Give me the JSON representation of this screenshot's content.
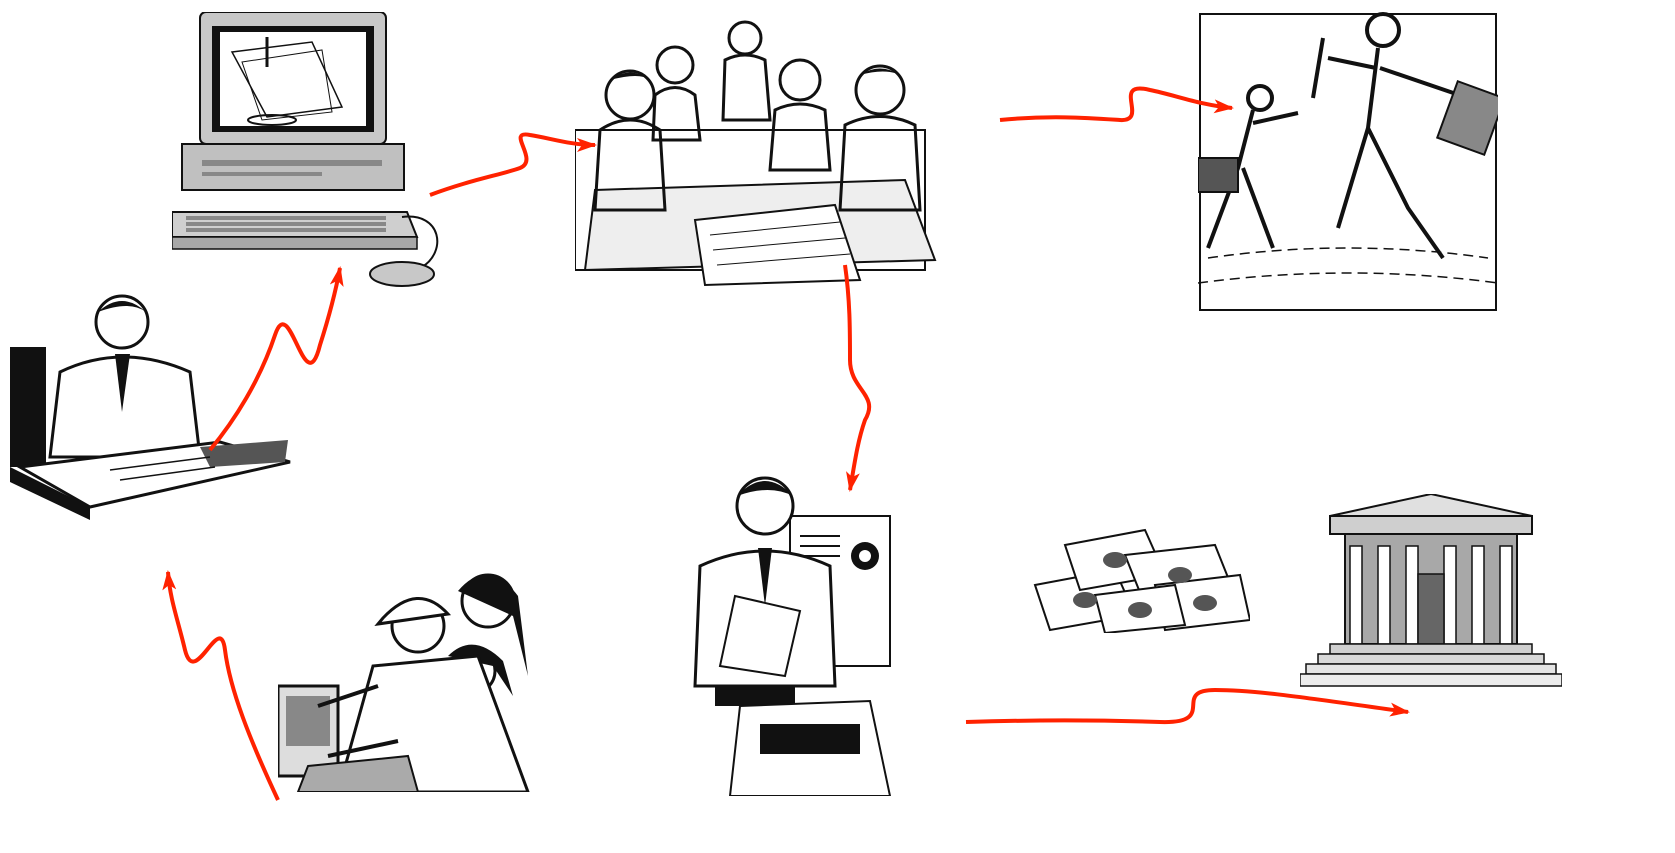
{
  "diagram": {
    "nodes": [
      {
        "id": "workers",
        "icon": "workers-at-terminal-icon"
      },
      {
        "id": "executive",
        "icon": "executive-at-desk-icon"
      },
      {
        "id": "computer",
        "icon": "desktop-computer-icon"
      },
      {
        "id": "meeting",
        "icon": "business-meeting-icon"
      },
      {
        "id": "relay",
        "icon": "business-relay-race-icon"
      },
      {
        "id": "printout",
        "icon": "man-reading-printout-icon"
      },
      {
        "id": "money",
        "icon": "money-stack-icon"
      },
      {
        "id": "bank",
        "icon": "bank-building-icon"
      }
    ],
    "edges": [
      {
        "from": "workers",
        "to": "executive"
      },
      {
        "from": "executive",
        "to": "computer"
      },
      {
        "from": "computer",
        "to": "meeting"
      },
      {
        "from": "meeting",
        "to": "relay"
      },
      {
        "from": "meeting",
        "to": "printout"
      },
      {
        "from": "printout",
        "to": "bank"
      }
    ],
    "colors": {
      "arrow": "#ff2200",
      "ink": "#111111",
      "gray": "#b8b8b8",
      "paper": "#ffffff"
    }
  }
}
